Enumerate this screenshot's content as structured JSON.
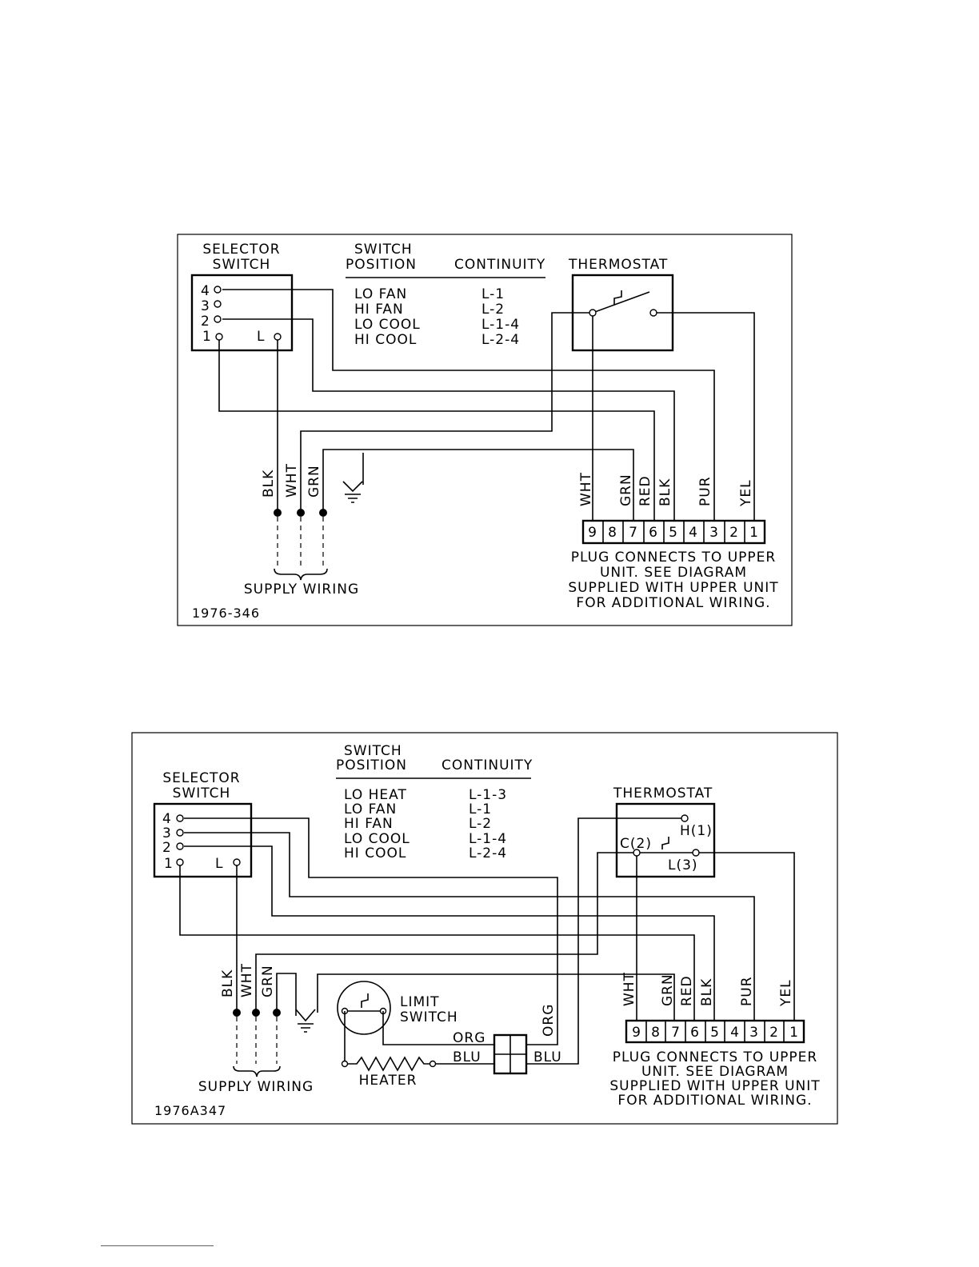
{
  "diagram1": {
    "selector_title": [
      "SELECTOR",
      "SWITCH"
    ],
    "terminals": [
      "4",
      "3",
      "2",
      "1",
      "L"
    ],
    "table_header": [
      "SWITCH",
      "POSITION",
      "CONTINUITY"
    ],
    "table_rows": [
      {
        "position": "LO FAN",
        "continuity": "L-1"
      },
      {
        "position": "HI FAN",
        "continuity": "L-2"
      },
      {
        "position": "LO COOL",
        "continuity": "L-1-4"
      },
      {
        "position": "HI COOL",
        "continuity": "L-2-4"
      }
    ],
    "thermostat_title": "THERMOSTAT",
    "supply_wires": [
      "BLK",
      "WHT",
      "GRN"
    ],
    "supply_label": "SUPPLY WIRING",
    "plug_wires": [
      "WHT",
      "GRN",
      "RED",
      "BLK",
      "PUR",
      "YEL"
    ],
    "plug_pins": [
      "9",
      "8",
      "7",
      "6",
      "5",
      "4",
      "3",
      "2",
      "1"
    ],
    "plug_note": [
      "PLUG CONNECTS TO UPPER",
      "UNIT.  SEE DIAGRAM",
      "SUPPLIED WITH UPPER UNIT",
      "FOR ADDITIONAL WIRING."
    ],
    "drawing_id": "1976-346"
  },
  "diagram2": {
    "selector_title": [
      "SELECTOR",
      "SWITCH"
    ],
    "terminals": [
      "4",
      "3",
      "2",
      "1",
      "L"
    ],
    "table_header": [
      "SWITCH",
      "POSITION",
      "CONTINUITY"
    ],
    "table_rows": [
      {
        "position": "LO HEAT",
        "continuity": "L-1-3"
      },
      {
        "position": "LO FAN",
        "continuity": "L-1"
      },
      {
        "position": "HI FAN",
        "continuity": "L-2"
      },
      {
        "position": "LO COOL",
        "continuity": "L-1-4"
      },
      {
        "position": "HI COOL",
        "continuity": "L-2-4"
      }
    ],
    "thermostat_title": "THERMOSTAT",
    "thermostat_terminals": [
      "H(1)",
      "C(2)",
      "L(3)"
    ],
    "limit_switch_label": [
      "LIMIT",
      "SWITCH"
    ],
    "heater_label": "HEATER",
    "heater_wires": [
      "ORG",
      "BLU",
      "BLU",
      "ORG"
    ],
    "supply_wires": [
      "BLK",
      "WHT",
      "GRN"
    ],
    "supply_label": "SUPPLY WIRING",
    "plug_wires": [
      "WHT",
      "GRN",
      "RED",
      "BLK",
      "PUR",
      "YEL"
    ],
    "plug_pins": [
      "9",
      "8",
      "7",
      "6",
      "5",
      "4",
      "3",
      "2",
      "1"
    ],
    "plug_note": [
      "PLUG CONNECTS TO UPPER",
      "UNIT.  SEE DIAGRAM",
      "SUPPLIED WITH UPPER UNIT",
      "FOR ADDITIONAL WIRING."
    ],
    "drawing_id": "1976A347"
  }
}
